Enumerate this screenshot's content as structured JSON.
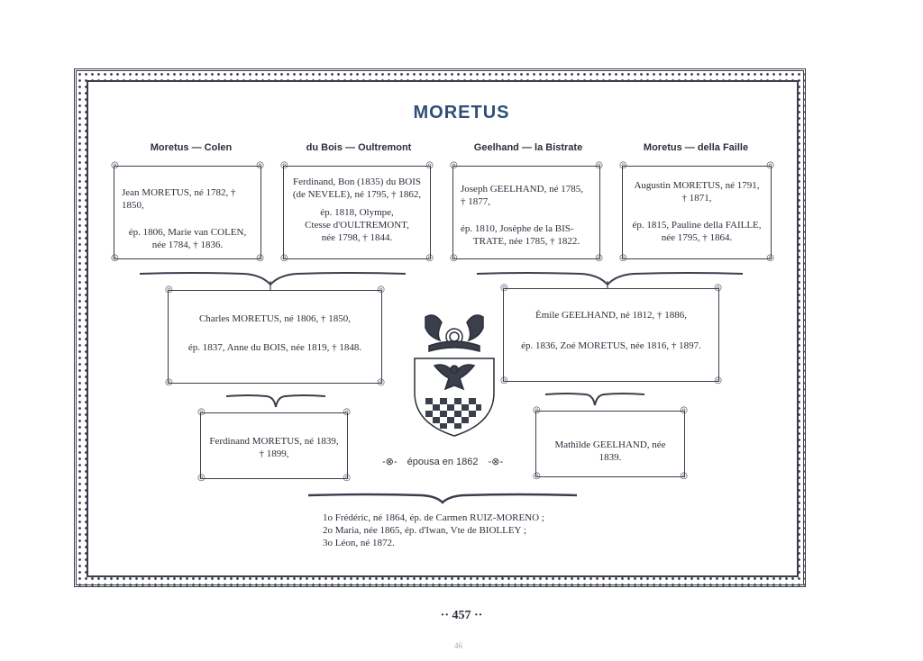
{
  "title": "MORETUS",
  "columns": [
    {
      "head": "Moretus — Colen"
    },
    {
      "head": "du Bois — Oultremont"
    },
    {
      "head": "Geelhand — la Bistrate"
    },
    {
      "head": "Moretus — della Faille"
    }
  ],
  "boxes": {
    "b1": {
      "line1": "Jean MORETUS, né 1782, † 1850,",
      "line2": "ép. 1806, Marie van COLEN,",
      "line3": "née 1784, † 1836."
    },
    "b2": {
      "line1": "Ferdinand, Bon (1835) du BOIS",
      "line2": "(de NEVELE), né 1795, † 1862,",
      "line3": "ép. 1818, Olympe,",
      "line4": "Ctesse d'OULTREMONT,",
      "line5": "née 1798, † 1844."
    },
    "b3": {
      "line1": "Joseph GEELHAND, né 1785,",
      "line2": "† 1877,",
      "line3": "ép. 1810, Josèphe de la BIS-",
      "line4": "TRATE, née 1785, † 1822."
    },
    "b4": {
      "line1": "Augustin MORETUS, né 1791,",
      "line2": "† 1871,",
      "line3": "ép. 1815, Pauline della FAILLE,",
      "line4": "née 1795, † 1864."
    },
    "b5": {
      "line1": "Charles MORETUS, né 1806, † 1850,",
      "line2": "ép. 1837, Anne du BOIS, née 1819, † 1848."
    },
    "b6": {
      "line1": "Émile GEELHAND, né 1812, † 1886,",
      "line2": "ép. 1836, Zoé MORETUS, née 1816, † 1897."
    },
    "b7": {
      "line1": "Ferdinand MORETUS, né 1839,",
      "line2": "† 1899,"
    },
    "b8": {
      "line1": "Mathilde GEELHAND, née 1839."
    }
  },
  "married": "épousa en 1862",
  "children": [
    "1o Frédéric, né 1864, ép. de Carmen RUIZ-MORENO ;",
    "2o Maria, née 1865, ép. d'Iwan, Vte de BIOLLEY ;",
    "3o Léon, né 1872."
  ],
  "page_number": "457",
  "stamp": "46"
}
